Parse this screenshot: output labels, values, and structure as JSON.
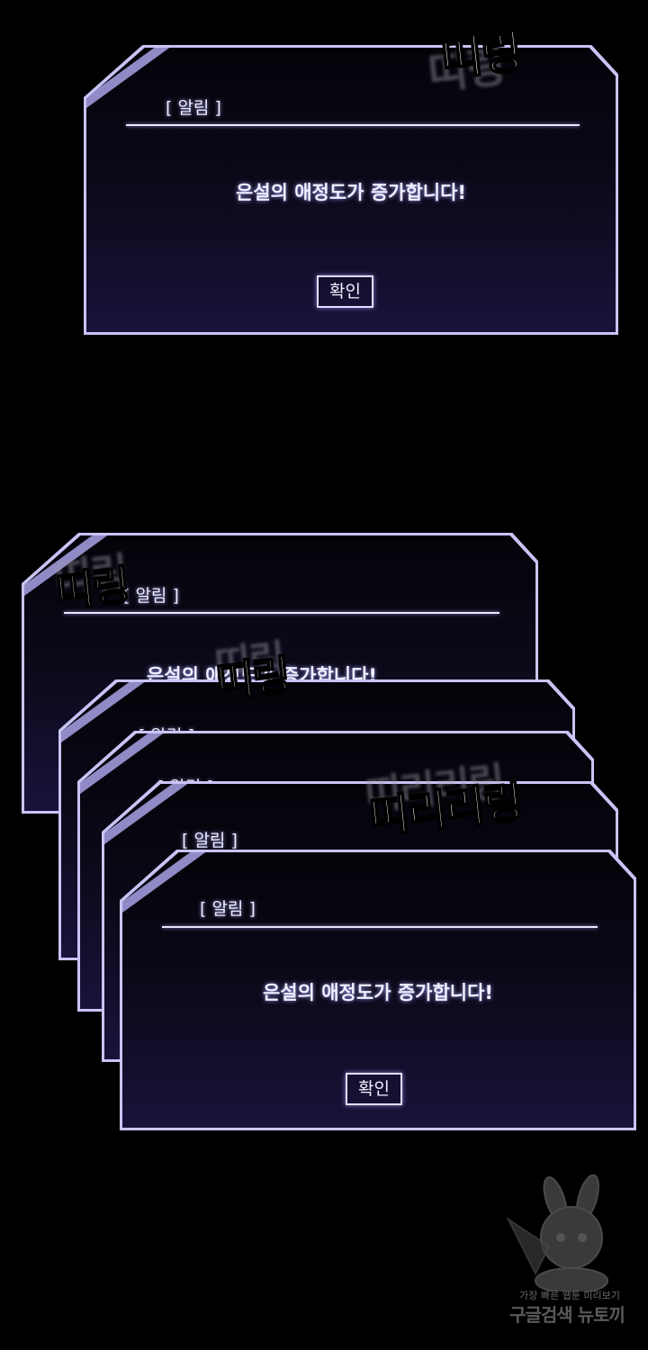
{
  "notification": {
    "title": "[ 알림 ]",
    "message": "은설의 애정도가 증가합니다!",
    "confirm_label": "확인"
  },
  "sfx": {
    "ding1": "띠링",
    "ding2": "띠링",
    "ding3": "띠링",
    "ding_long": "띠리리링"
  },
  "watermark": {
    "line1": "가장 빠른 웹툰 미리보기",
    "line2": "구글검색 뉴토끼"
  },
  "colors": {
    "background": "#000000",
    "frame": "#c8c4f6",
    "glow": "#8f7dff",
    "panel_bottom": "#1a123a"
  }
}
